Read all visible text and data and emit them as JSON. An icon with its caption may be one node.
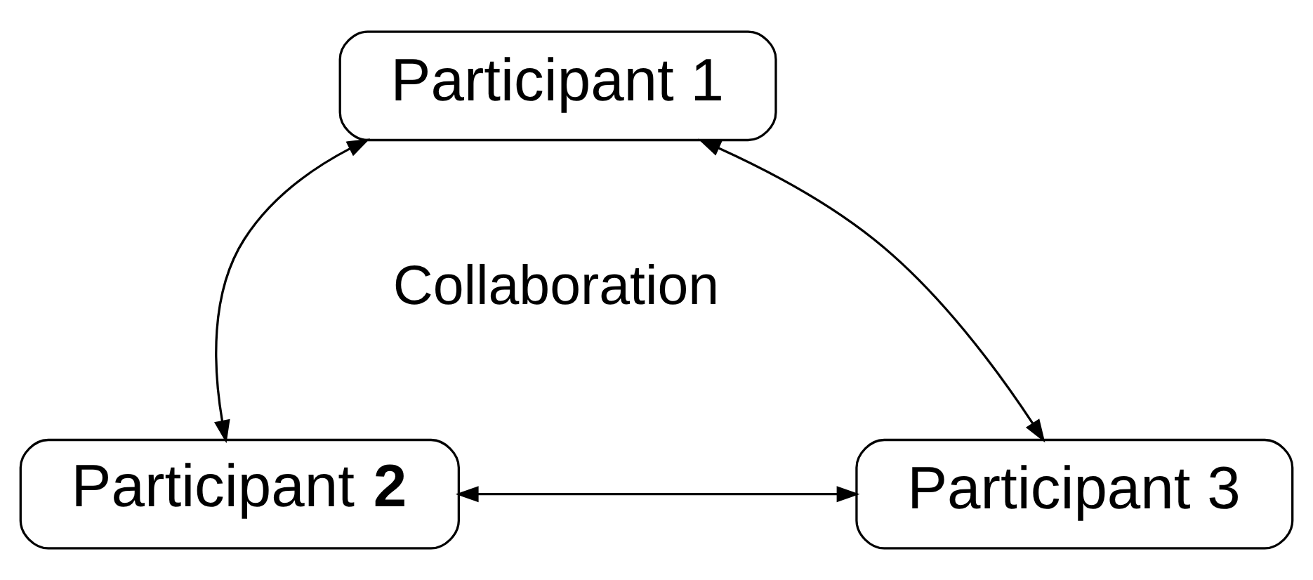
{
  "diagram": {
    "nodes": [
      {
        "text": [
          "Participant 1"
        ]
      },
      {
        "text": [
          "Participant **2**"
        ]
      },
      {
        "text": [
          "Participant 3"
        ]
      }
    ],
    "edges": [
      {
        "from": 0,
        "to": 1,
        "arrow": "both"
      },
      {
        "from": 0,
        "to": 2,
        "arrow": "both"
      },
      {
        "from": 1,
        "to": 2,
        "arrow": "both"
      }
    ],
    "labels": [
      "Collaboration"
    ]
  }
}
